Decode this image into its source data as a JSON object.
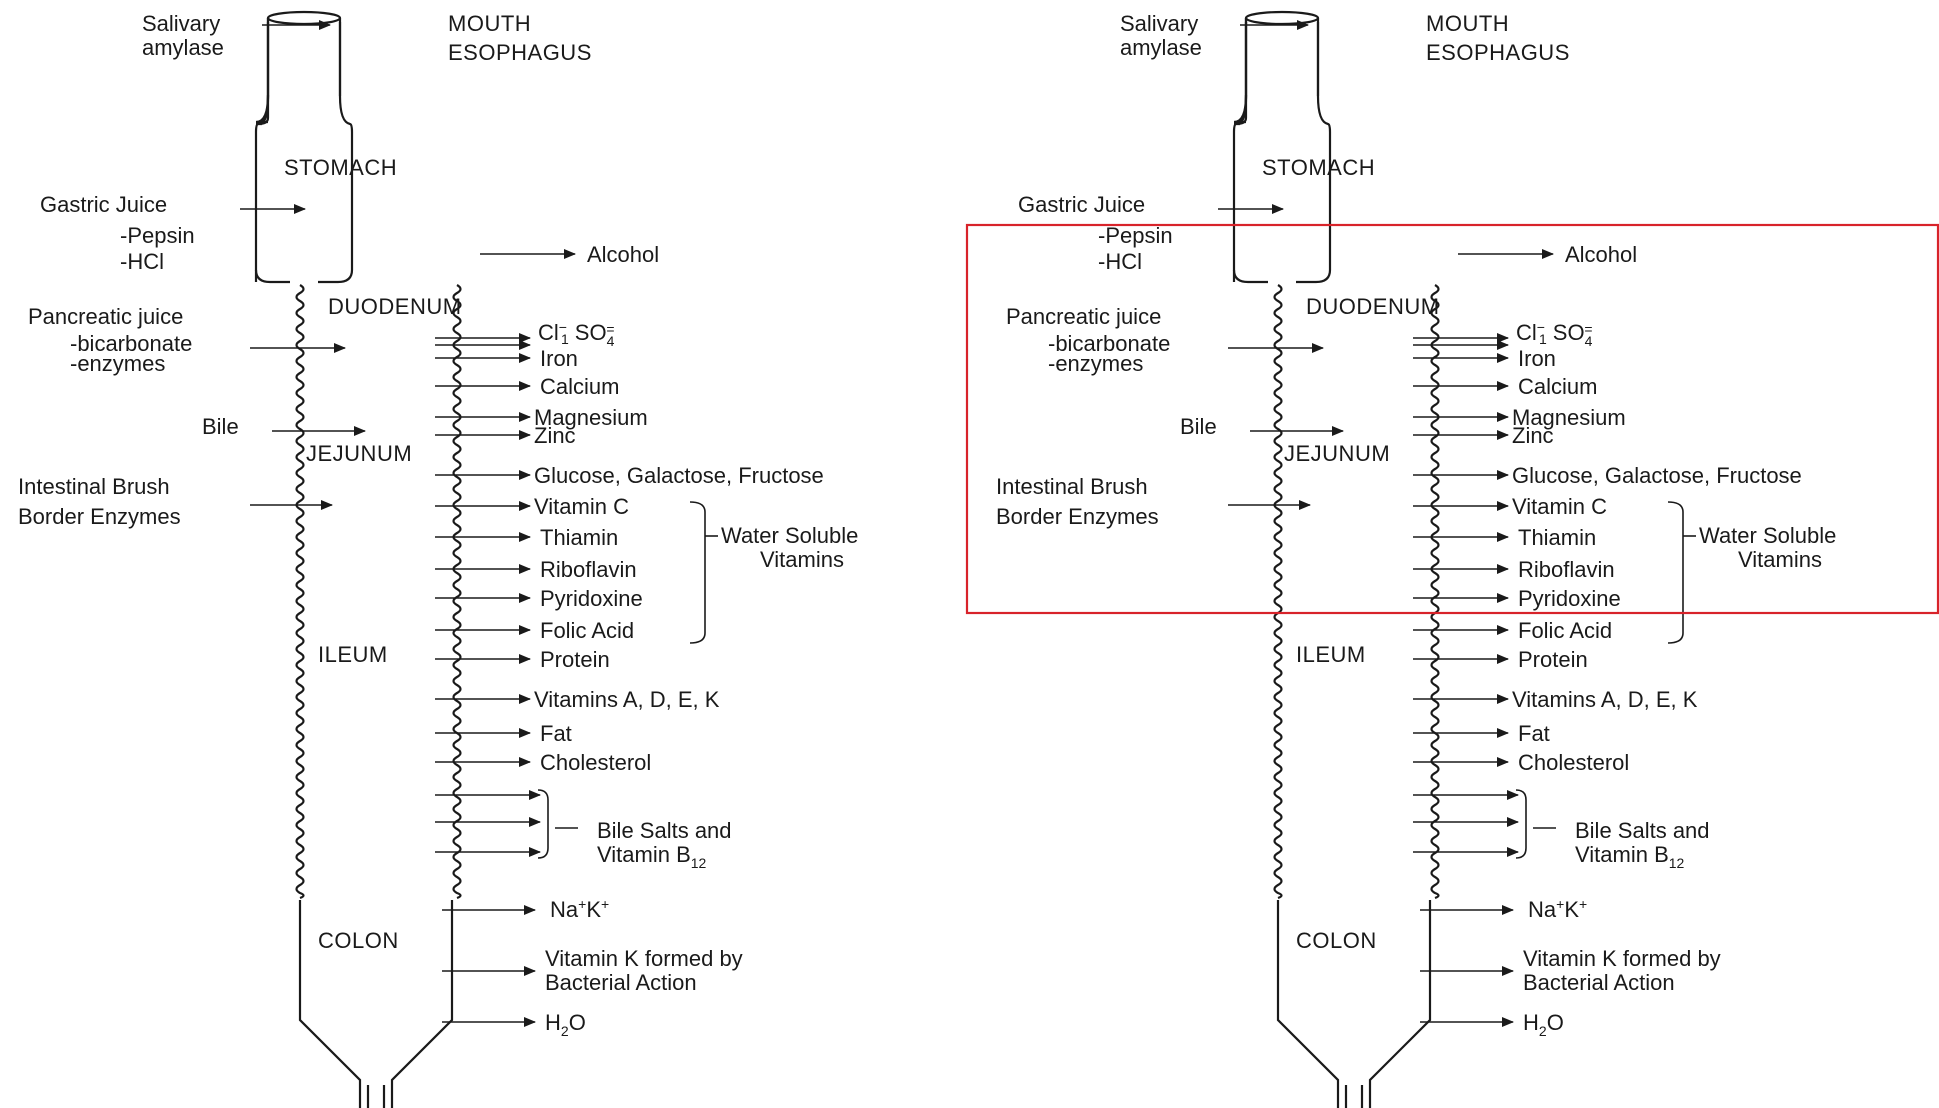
{
  "highlight_color": "#d8232a",
  "line_color": "#1a1a1a",
  "diagrams": [
    {
      "id": "left",
      "highlight": false,
      "organs": {
        "mouth": "MOUTH",
        "esophagus": "ESOPHAGUS",
        "stomach": "STOMACH",
        "duodenum": "DUODENUM",
        "jejunum": "JEJUNUM",
        "ileum": "ILEUM",
        "colon": "COLON"
      },
      "secretions": {
        "salivary_1": "Salivary",
        "salivary_2": "amylase",
        "gastric": "Gastric Juice",
        "pepsin": "-Pepsin",
        "hcl": "-HCl",
        "pancreatic": "Pancreatic juice",
        "bicarbonate": "-bicarbonate",
        "enzymes": "-enzymes",
        "bile": "Bile",
        "brush_1": "Intestinal Brush",
        "brush_2": "Border Enzymes"
      },
      "absorbed": {
        "alcohol": "Alcohol",
        "cl": "Cl",
        "cl_sup": "−",
        "cl_sub": "1",
        "so4": "SO",
        "so4_sub": "4",
        "so4_sup": "=",
        "iron": "Iron",
        "calcium": "Calcium",
        "magnesium": "Magnesium",
        "zinc": "Zinc",
        "sugars": "Glucose, Galactose, Fructose",
        "vitamin_c": "Vitamin C",
        "thiamin": "Thiamin",
        "riboflavin": "Riboflavin",
        "pyridoxine": "Pyridoxine",
        "folic": "Folic Acid",
        "protein": "Protein",
        "vit_adek": "Vitamins A, D, E, K",
        "fat": "Fat",
        "cholesterol": "Cholesterol",
        "bile_salts_1": "Bile Salts and",
        "bile_salts_2": "Vitamin B",
        "b12_sub": "12",
        "na_k": "Na",
        "na_sup": "+",
        "k_label": "K",
        "k_sup": "+",
        "vitk_1": "Vitamin K formed by",
        "vitk_2": "Bacterial Action",
        "h2o_h": "H",
        "h2o_sub": "2",
        "h2o_o": "O",
        "wsv_1": "Water Soluble",
        "wsv_2": "Vitamins"
      }
    },
    {
      "id": "right",
      "highlight": true,
      "organs": {
        "mouth": "MOUTH",
        "esophagus": "ESOPHAGUS",
        "stomach": "STOMACH",
        "duodenum": "DUODENUM",
        "jejunum": "JEJUNUM",
        "ileum": "ILEUM",
        "colon": "COLON"
      },
      "secretions": {
        "salivary_1": "Salivary",
        "salivary_2": "amylase",
        "gastric": "Gastric Juice",
        "pepsin": "-Pepsin",
        "hcl": "-HCl",
        "pancreatic": "Pancreatic juice",
        "bicarbonate": "-bicarbonate",
        "enzymes": "-enzymes",
        "bile": "Bile",
        "brush_1": "Intestinal Brush",
        "brush_2": "Border Enzymes"
      },
      "absorbed": {
        "alcohol": "Alcohol",
        "cl": "Cl",
        "cl_sup": "−",
        "cl_sub": "1",
        "so4": "SO",
        "so4_sub": "4",
        "so4_sup": "=",
        "iron": "Iron",
        "calcium": "Calcium",
        "magnesium": "Magnesium",
        "zinc": "Zinc",
        "sugars": "Glucose, Galactose, Fructose",
        "vitamin_c": "Vitamin C",
        "thiamin": "Thiamin",
        "riboflavin": "Riboflavin",
        "pyridoxine": "Pyridoxine",
        "folic": "Folic Acid",
        "protein": "Protein",
        "vit_adek": "Vitamins A, D, E, K",
        "fat": "Fat",
        "cholesterol": "Cholesterol",
        "bile_salts_1": "Bile Salts and",
        "bile_salts_2": "Vitamin B",
        "b12_sub": "12",
        "na_k": "Na",
        "na_sup": "+",
        "k_label": "K",
        "k_sup": "+",
        "vitk_1": "Vitamin K formed by",
        "vitk_2": "Bacterial Action",
        "h2o_h": "H",
        "h2o_sub": "2",
        "h2o_o": "O",
        "wsv_1": "Water Soluble",
        "wsv_2": "Vitamins"
      }
    }
  ]
}
